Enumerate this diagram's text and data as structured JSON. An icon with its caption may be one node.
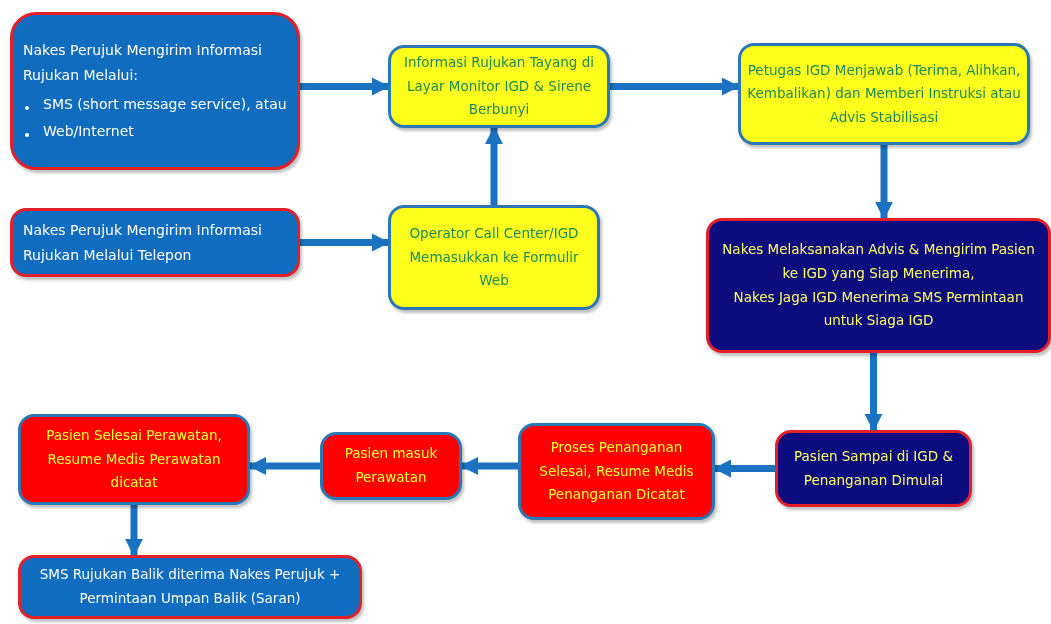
{
  "diagram": {
    "nodes": [
      {
        "text": [
          "Nakes Perujuk Mengirim Informasi Rujukan Melalui:",
          "SMS (short message service), atau",
          "Web/Internet"
        ]
      },
      {
        "text": [
          "Informasi Rujukan Tayang di Layar Monitor IGD & Sirene Berbunyi"
        ]
      },
      {
        "text": [
          "Petugas IGD Menjawab (Terima, Alihkan, Kembalikan) dan Memberi Instruksi atau Advis Stabilisasi"
        ]
      },
      {
        "text": [
          "Nakes Perujuk Mengirim Informasi Rujukan Melalui Telepon"
        ]
      },
      {
        "text": [
          "Operator Call Center/IGD Memasukkan ke Formulir Web"
        ]
      },
      {
        "text": [
          "Nakes Melaksanakan Advis & Mengirim Pasien ke IGD yang Siap Menerima,",
          "Nakes Jaga IGD Menerima SMS Permintaan untuk Siaga IGD"
        ]
      },
      {
        "text": [
          "Pasien Sampai di IGD & Penanganan Dimulai"
        ]
      },
      {
        "text": [
          "Proses Penanganan Selesai, Resume Medis Penanganan Dicatat"
        ]
      },
      {
        "text": [
          "Pasien masuk Perawatan"
        ]
      },
      {
        "text": [
          "Pasien Selesai Perawatan, Resume Medis Perawatan dicatat"
        ]
      },
      {
        "text": [
          "SMS Rujukan Balik diterima Nakes Perujuk + Permintaan Umpan Balik (Saran)"
        ]
      }
    ],
    "edges": [
      {
        "from": 0,
        "to": 1,
        "arrow": "to"
      },
      {
        "from": 3,
        "to": 4,
        "arrow": "to"
      },
      {
        "from": 4,
        "to": 1,
        "arrow": "to"
      },
      {
        "from": 1,
        "to": 2,
        "arrow": "to"
      },
      {
        "from": 2,
        "to": 5,
        "arrow": "to"
      },
      {
        "from": 5,
        "to": 6,
        "arrow": "to"
      },
      {
        "from": 6,
        "to": 7,
        "arrow": "to"
      },
      {
        "from": 7,
        "to": 8,
        "arrow": "to"
      },
      {
        "from": 8,
        "to": 9,
        "arrow": "to"
      },
      {
        "from": 9,
        "to": 10,
        "arrow": "to"
      }
    ]
  }
}
